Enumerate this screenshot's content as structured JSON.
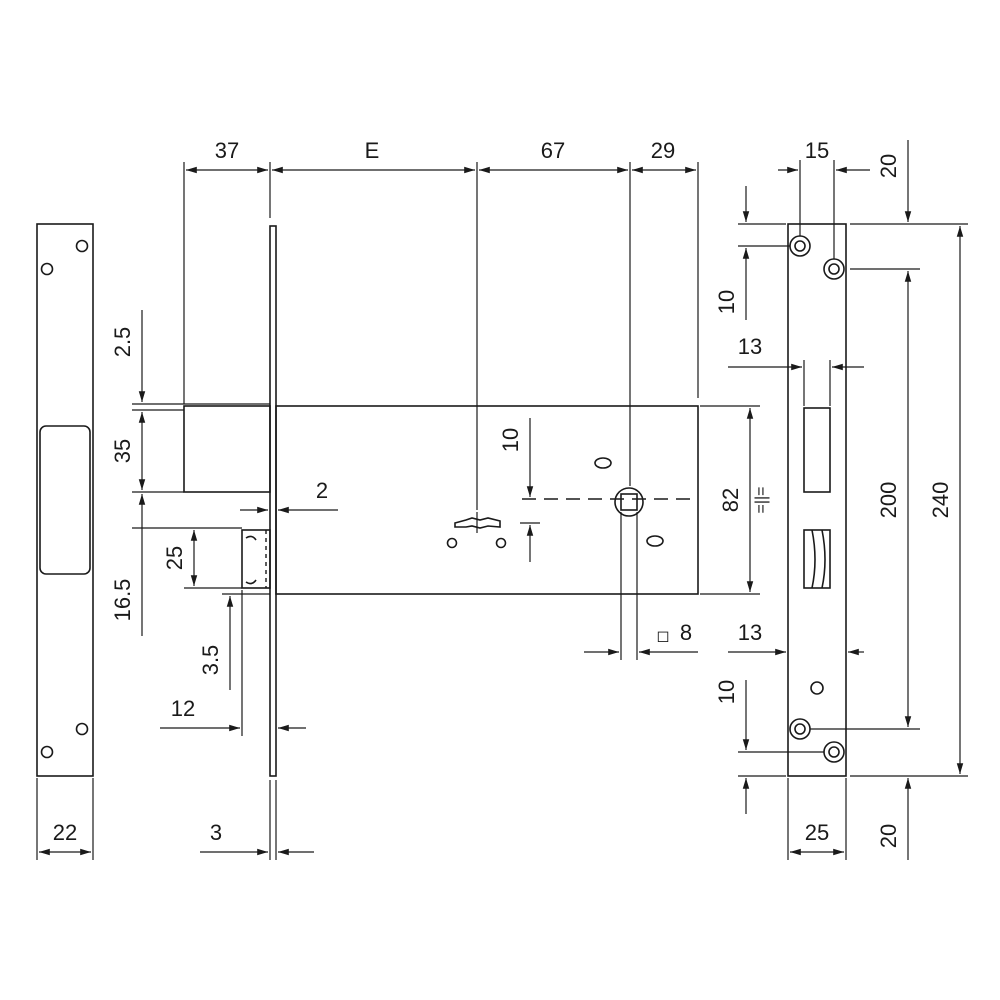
{
  "drawing": {
    "labels": {
      "d37": "37",
      "dE": "E",
      "d67": "67",
      "d29": "29",
      "d15": "15",
      "d20top": "20",
      "d2_5": "2.5",
      "d35": "35",
      "d16_5": "16.5",
      "d25left": "25",
      "d3_5": "3.5",
      "d2": "2",
      "d12": "12",
      "d3": "3",
      "d22": "22",
      "d10mid": "10",
      "d82": "82",
      "d8": "8",
      "d10top": "10",
      "d13top": "13",
      "d13bot": "13",
      "d10bot": "10",
      "d200": "200",
      "d240": "240",
      "d25bot": "25",
      "d20bot": "20",
      "equal_mark": "=||=",
      "square_symbol": "◻"
    }
  }
}
